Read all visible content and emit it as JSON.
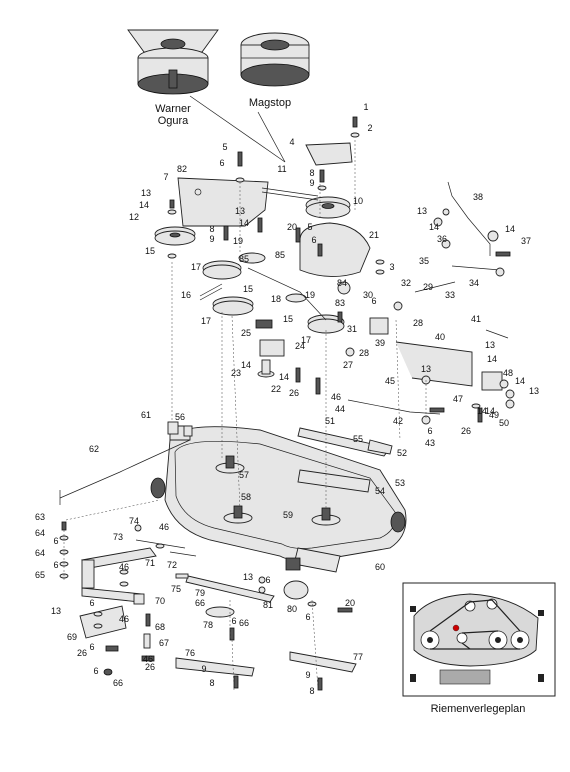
{
  "captions": {
    "clutch_brand_1": "Warner\nOgura",
    "clutch_brand_2": "Magstop",
    "belt_diagram": "Riemenverlegeplan"
  },
  "callouts": [
    "1",
    "2",
    "3",
    "4",
    "5",
    "6",
    "7",
    "8",
    "9",
    "10",
    "11",
    "12",
    "13",
    "14",
    "15",
    "16",
    "17",
    "18",
    "19",
    "20",
    "21",
    "22",
    "23",
    "24",
    "25",
    "26",
    "27",
    "28",
    "29",
    "30",
    "31",
    "32",
    "33",
    "34",
    "35",
    "36",
    "37",
    "38",
    "39",
    "40",
    "41",
    "42",
    "43",
    "44",
    "45",
    "46",
    "47",
    "48",
    "49",
    "50",
    "51",
    "52",
    "53",
    "54",
    "55",
    "56",
    "57",
    "58",
    "59",
    "60",
    "61",
    "62",
    "63",
    "64",
    "65",
    "66",
    "67",
    "68",
    "69",
    "70",
    "71",
    "72",
    "73",
    "74",
    "75",
    "76",
    "77",
    "78",
    "79",
    "80",
    "81",
    "82",
    "83",
    "84",
    "85"
  ]
}
